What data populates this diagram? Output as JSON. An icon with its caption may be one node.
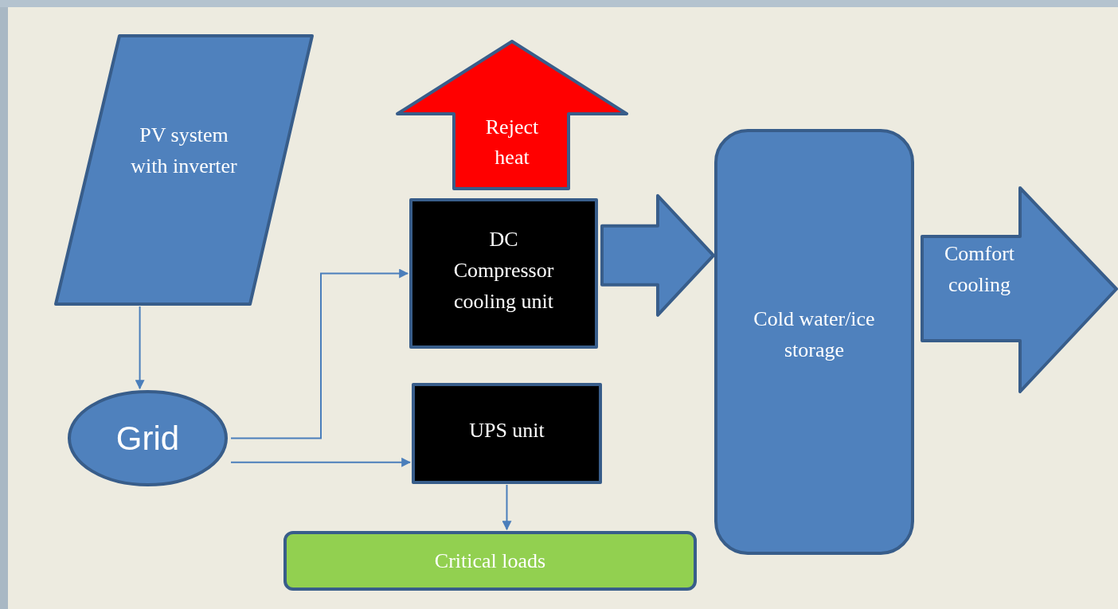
{
  "diagram": {
    "nodes": [
      {
        "text": [
          "PV system with inverter"
        ]
      },
      {
        "text": [
          "Reject heat"
        ]
      },
      {
        "text": [
          "DC Compressor cooling unit"
        ]
      },
      {
        "text": [
          "Cold water/ice storage"
        ]
      },
      {
        "text": [
          "Comfort cooling"
        ]
      },
      {
        "text": [
          "Grid"
        ]
      },
      {
        "text": [
          "UPS unit"
        ]
      },
      {
        "text": [
          "Critical loads"
        ]
      }
    ],
    "edges": [
      {
        "from": 0,
        "to": 5,
        "arrow": "to"
      },
      {
        "from": 5,
        "to": 2,
        "arrow": "to"
      },
      {
        "from": 5,
        "to": 6,
        "arrow": "to"
      },
      {
        "from": 6,
        "to": 7,
        "arrow": "to"
      },
      {
        "from": 2,
        "to": 3,
        "arrow": "to",
        "style": "thick"
      }
    ]
  }
}
